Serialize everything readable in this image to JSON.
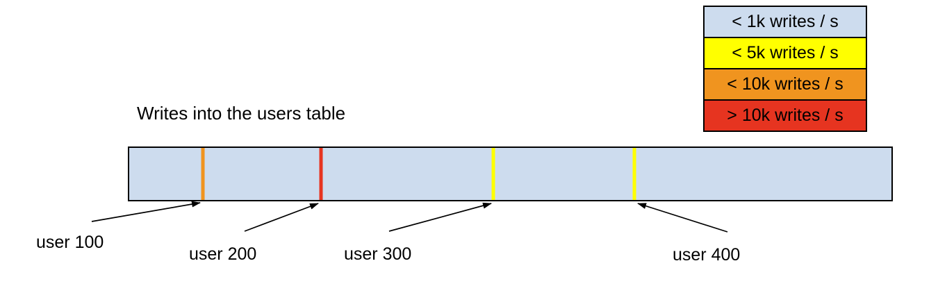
{
  "title": "Writes into the users table",
  "legend": {
    "items": [
      {
        "label": "< 1k writes / s",
        "color": "#cddcee"
      },
      {
        "label": "< 5k writes / s",
        "color": "#ffff00"
      },
      {
        "label": "< 10k writes / s",
        "color": "#f0941f"
      },
      {
        "label": "> 10k writes / s",
        "color": "#e63420"
      }
    ]
  },
  "bar": {
    "fill": "#cddcee",
    "border_color": "#000000",
    "markers": [
      {
        "label": "user 100",
        "color": "#f0941f",
        "rate": "< 10k writes / s",
        "position": "9.7%"
      },
      {
        "label": "user 200",
        "color": "#e63420",
        "rate": "> 10k writes / s",
        "position": "25.2%"
      },
      {
        "label": "user 300",
        "color": "#ffff00",
        "rate": "< 5k writes / s",
        "position": "47.8%"
      },
      {
        "label": "user 400",
        "color": "#ffff00",
        "rate": "< 5k writes / s",
        "position": "66.3%"
      }
    ]
  }
}
